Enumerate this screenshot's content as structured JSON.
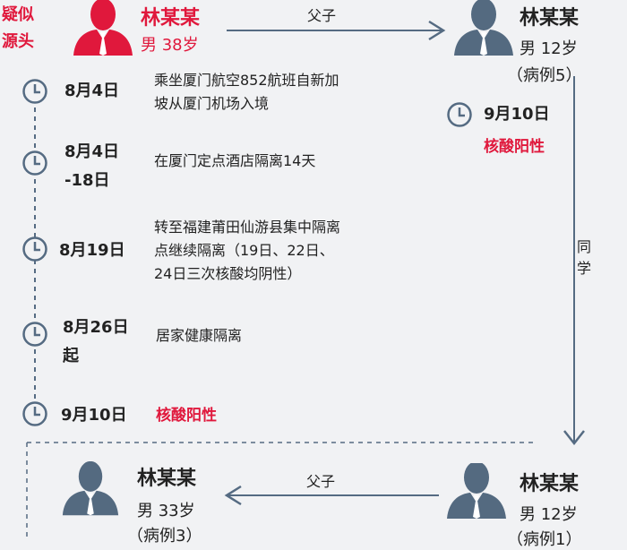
{
  "colors": {
    "accent_red": "#e0183c",
    "avatar_blue": "#546a80",
    "line_blue": "#556b82",
    "background": "#f1f2f4"
  },
  "source_label": [
    "疑似",
    "源头"
  ],
  "persons": {
    "top_left": {
      "name": "林某某",
      "info": "男 38岁",
      "icon": "person-red-icon"
    },
    "top_right": {
      "name": "林某某",
      "info": "男 12岁",
      "case": "（病例5）",
      "icon": "person-icon"
    },
    "bottom_left": {
      "name": "林某某",
      "info": "男 33岁",
      "case": "（病例3）",
      "icon": "person-icon"
    },
    "bottom_right": {
      "name": "林某某",
      "info": "男 12岁",
      "case": "（病例1）",
      "icon": "person-icon"
    }
  },
  "relations": {
    "top": "父子",
    "bottom": "父子",
    "right_vertical": [
      "同",
      "学"
    ]
  },
  "timeline": [
    {
      "date_lines": [
        "8月4日"
      ],
      "desc_lines": [
        "乘坐厦门航空852航班自新加",
        "坡从厦门机场入境"
      ],
      "highlight": false
    },
    {
      "date_lines": [
        "8月4日",
        "-18日"
      ],
      "desc_lines": [
        "在厦门定点酒店隔离14天"
      ],
      "highlight": false
    },
    {
      "date_lines": [
        "8月19日"
      ],
      "desc_lines": [
        "转至福建莆田仙游县集中隔离",
        "点继续隔离（19日、22日、",
        "24日三次核酸均阴性）"
      ],
      "highlight": false
    },
    {
      "date_lines": [
        "8月26日",
        "起"
      ],
      "desc_lines": [
        "居家健康隔离"
      ],
      "highlight": false
    },
    {
      "date_lines": [
        "9月10日"
      ],
      "desc_lines": [
        "核酸阳性"
      ],
      "highlight": true
    }
  ],
  "right_event": {
    "date": "9月10日",
    "desc": "核酸阳性"
  }
}
